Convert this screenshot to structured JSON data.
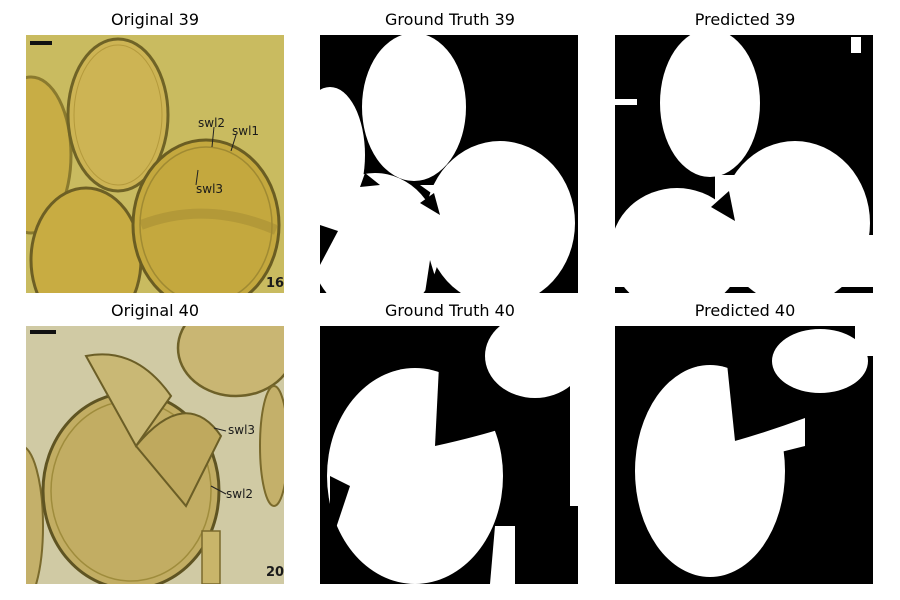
{
  "figure": {
    "rows": [
      {
        "original_title": "Original 39",
        "ground_truth_title": "Ground Truth 39",
        "predicted_title": "Predicted 39",
        "annotations": [
          "swl2",
          "swl1",
          "swl3"
        ],
        "plate_number": "16"
      },
      {
        "original_title": "Original 40",
        "ground_truth_title": "Ground Truth 40",
        "predicted_title": "Predicted 40",
        "annotations": [
          "swl3",
          "swl2"
        ],
        "plate_number": "20"
      }
    ]
  },
  "colors": {
    "micrograph_background": "#c7b75b",
    "cell_fill": "#c2a944",
    "mask_foreground": "#ffffff",
    "mask_background": "#000000",
    "row2_background": "#cfc9a3"
  }
}
